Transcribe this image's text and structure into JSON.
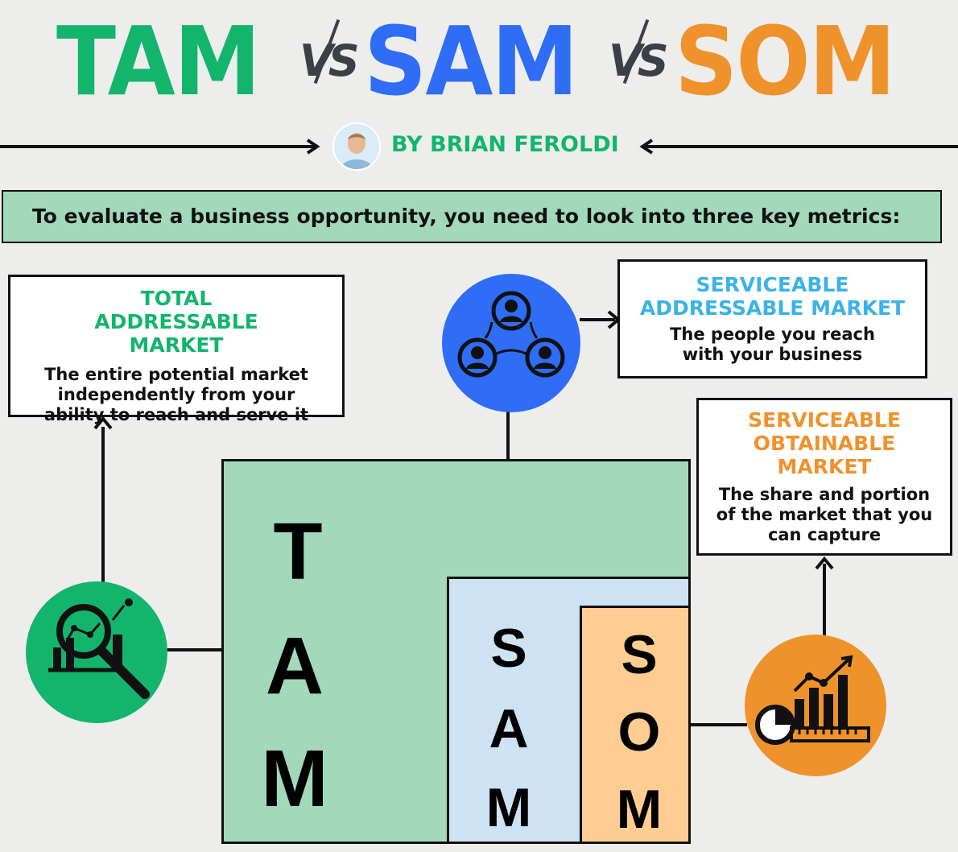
{
  "title": {
    "tam": "TAM",
    "vs1": "VS",
    "sam": "SAM",
    "vs2": "VS",
    "som": "SOM"
  },
  "byline": "BY BRIAN FEROLDI",
  "intro": "To evaluate a business opportunity, you need to look into three key metrics:",
  "cards": {
    "tam": {
      "heading": "TOTAL ADDRESSABLE MARKET",
      "body": "The entire potential market independently from your ability to reach and serve it"
    },
    "sam": {
      "heading": "SERVICEABLE ADDRESSABLE MARKET",
      "body": "The people you reach with your business"
    },
    "som": {
      "heading": "SERVICEABLE OBTAINABLE MARKET",
      "body": "The share and portion of the market that you can capture"
    }
  },
  "blocks": {
    "tam": [
      "T",
      "A",
      "M"
    ],
    "sam": [
      "S",
      "A",
      "M"
    ],
    "som": [
      "S",
      "O",
      "M"
    ]
  },
  "icons": {
    "tam": "magnifier-chart-icon",
    "sam": "people-network-icon",
    "som": "growth-chart-icon",
    "avatar": "author-avatar"
  },
  "colors": {
    "tam": "#12b56b",
    "sam": "#2f6df6",
    "som": "#ef922c",
    "sam_heading": "#3bb2e8",
    "tam_block": "#a2d9bb",
    "sam_block": "#cde3f4",
    "som_block": "#ffcd92"
  }
}
